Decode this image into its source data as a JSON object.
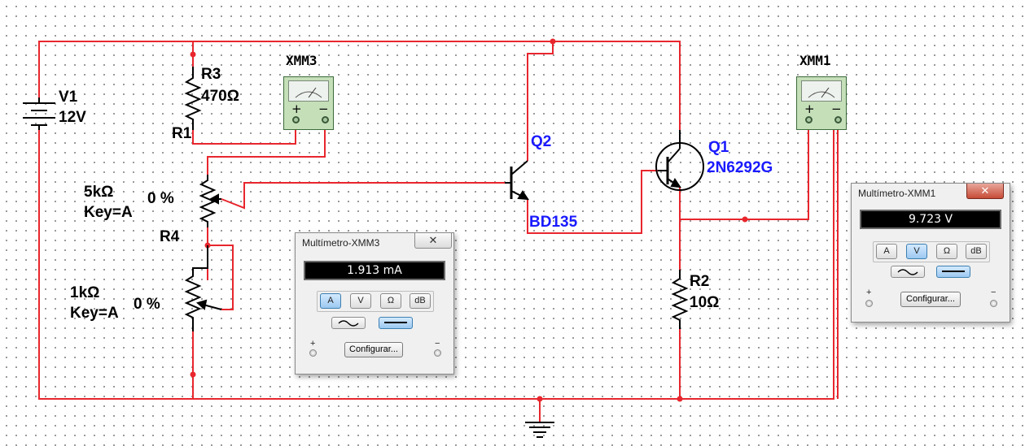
{
  "components": {
    "v1": {
      "ref": "V1",
      "value": "12V"
    },
    "r1": {
      "ref": "R1"
    },
    "r3": {
      "ref": "R3",
      "value": "470Ω"
    },
    "r4": {
      "ref": "R4"
    },
    "pot5k": {
      "value": "5kΩ",
      "key": "Key=A",
      "percent": "0 %"
    },
    "pot1k": {
      "value": "1kΩ",
      "key": "Key=A",
      "percent": "0 %"
    },
    "q2": {
      "ref": "Q2",
      "model": "BD135"
    },
    "q1": {
      "ref": "Q1",
      "model": "2N6292G"
    },
    "r2": {
      "ref": "R2",
      "value": "10Ω"
    },
    "xmm3": {
      "ref": "XMM3"
    },
    "xmm1": {
      "ref": "XMM1"
    }
  },
  "meter_symbol": {
    "plus": "+",
    "minus": "−"
  },
  "windows": {
    "xmm3": {
      "title": "Multímetro-XMM3",
      "close": "✕",
      "reading": "1.913 mA",
      "buttons": [
        "A",
        "V",
        "Ω",
        "dB"
      ],
      "active_button": "A",
      "active_wave": "dc",
      "configure": "Configurar...",
      "plus": "+",
      "minus": "−"
    },
    "xmm1": {
      "title": "Multímetro-XMM1",
      "close": "✕",
      "reading": "9.723 V",
      "buttons": [
        "A",
        "V",
        "Ω",
        "dB"
      ],
      "active_button": "V",
      "active_wave": "dc",
      "configure": "Configurar...",
      "plus": "+",
      "minus": "−"
    }
  },
  "colors": {
    "wire": "#e8262d",
    "component": "#000000",
    "label_blue": "#1a1aff",
    "meter_body": "#c5dfb9",
    "active_button": "#9cc8f0"
  }
}
